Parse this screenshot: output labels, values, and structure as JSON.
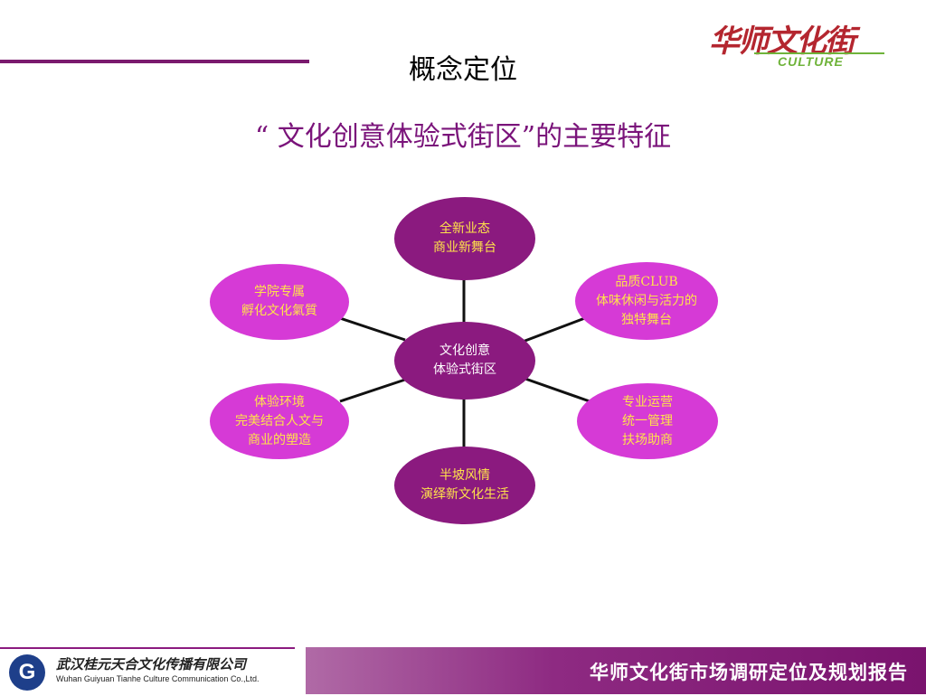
{
  "title": "概念定位",
  "subtitle": "“ 文化创意体验式街区”的主要特征",
  "logo": {
    "main": "华师文化街",
    "sub": "CULTURE"
  },
  "diagram": {
    "center": [
      "文化创意",
      "体验式街区"
    ],
    "nodes": [
      {
        "id": "top",
        "lines": [
          "全新业态",
          "商业新舞台"
        ],
        "color": "#8b1a7f"
      },
      {
        "id": "upper-right",
        "lines": [
          "品质CLUB",
          "体味休闲与活力的",
          "独特舞台"
        ],
        "color": "#d63ad6"
      },
      {
        "id": "lower-right",
        "lines": [
          "专业运营",
          "统一管理",
          "扶场助商"
        ],
        "color": "#d63ad6"
      },
      {
        "id": "bottom",
        "lines": [
          "半坡风情",
          "演绎新文化生活"
        ],
        "color": "#8b1a7f"
      },
      {
        "id": "lower-left",
        "lines": [
          "体验环境",
          "完美结合人文与",
          "商业的塑造"
        ],
        "color": "#d63ad6"
      },
      {
        "id": "upper-left",
        "lines": [
          "学院专属",
          "孵化文化氣質"
        ],
        "color": "#d63ad6"
      }
    ]
  },
  "footer": {
    "company_icon": "G",
    "company_cn": "武汉桂元天合文化传播有限公司",
    "company_en": "Wuhan Guiyuan Tianhe Culture Communication Co.,Ltd.",
    "report_title": "华师文化街市场调研定位及规划报告"
  }
}
